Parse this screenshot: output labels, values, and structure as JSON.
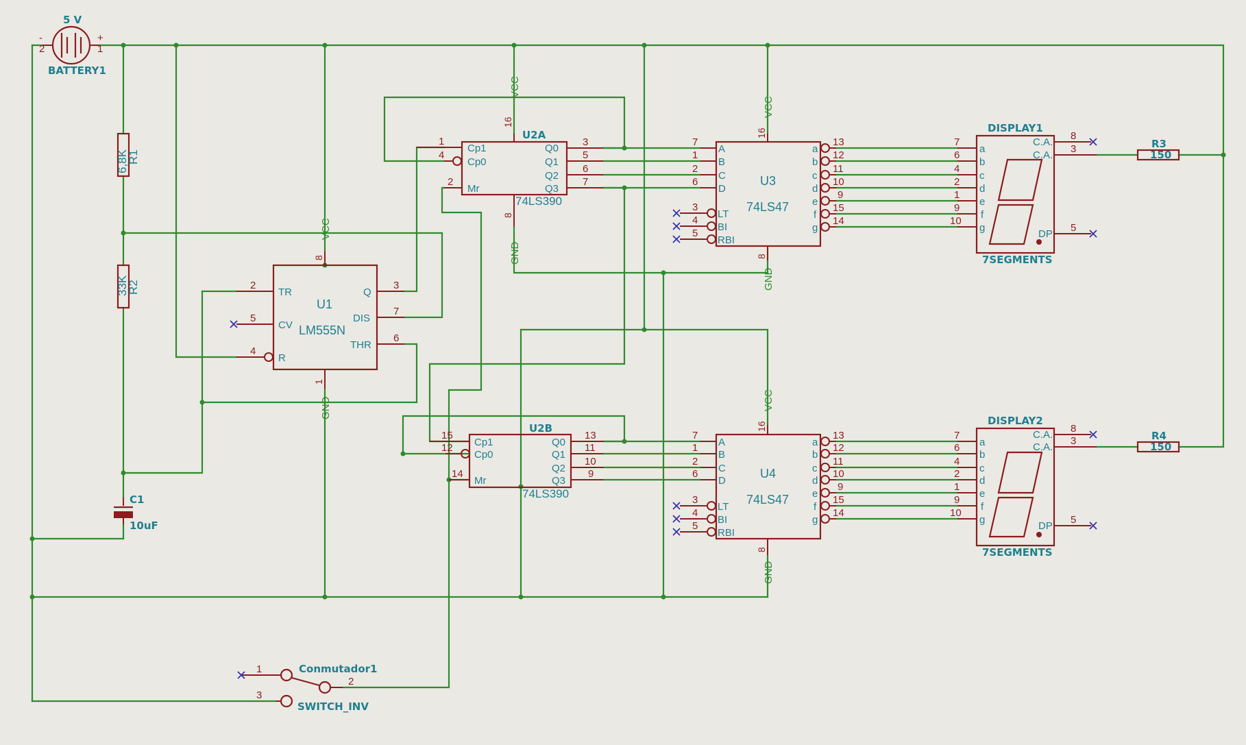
{
  "power": {
    "vcc": "VCC",
    "gnd": "GND"
  },
  "battery": {
    "ref": "BATTERY1",
    "value": "5 V",
    "pin_minus": "2",
    "pin_plus": "1",
    "sign_minus": "-",
    "sign_plus": "+"
  },
  "r1": {
    "ref": "R1",
    "value": "6,8K"
  },
  "r2": {
    "ref": "R2",
    "value": "33K"
  },
  "r3": {
    "ref": "R3",
    "value": "150"
  },
  "r4": {
    "ref": "R4",
    "value": "150"
  },
  "c1": {
    "ref": "C1",
    "value": "10uF"
  },
  "u1": {
    "ref": "U1",
    "value": "LM555N",
    "pins": {
      "tr": "TR",
      "cv": "CV",
      "r": "R",
      "q": "Q",
      "dis": "DIS",
      "thr": "THR"
    },
    "nums": {
      "tr": "2",
      "cv": "5",
      "r": "4",
      "q": "3",
      "dis": "7",
      "thr": "6",
      "vcc": "8",
      "gnd": "1"
    }
  },
  "u2a": {
    "ref": "U2A",
    "value": "74LS390",
    "pins": {
      "cp1": "Cp1",
      "cp0": "Cp0",
      "mr": "Mr",
      "q0": "Q0",
      "q1": "Q1",
      "q2": "Q2",
      "q3": "Q3"
    },
    "nums": {
      "cp1": "1",
      "cp0": "4",
      "mr": "2",
      "q0": "3",
      "q1": "5",
      "q2": "6",
      "q3": "7",
      "vcc": "16",
      "gnd": "8"
    }
  },
  "u2b": {
    "ref": "U2B",
    "value": "74LS390",
    "pins": {
      "cp1": "Cp1",
      "cp0": "Cp0",
      "mr": "Mr",
      "q0": "Q0",
      "q1": "Q1",
      "q2": "Q2",
      "q3": "Q3"
    },
    "nums": {
      "cp1": "15",
      "cp0": "12",
      "mr": "14",
      "q0": "13",
      "q1": "11",
      "q2": "10",
      "q3": "9"
    }
  },
  "u3": {
    "ref": "U3",
    "value": "74LS47",
    "pins": {
      "a": "A",
      "b": "B",
      "c": "C",
      "d": "D",
      "lt": "LT",
      "bi": "BI",
      "rbi": "RBI",
      "oa": "a",
      "ob": "b",
      "oc": "c",
      "od": "d",
      "oe": "e",
      "of": "f",
      "og": "g"
    },
    "nums": {
      "a": "7",
      "b": "1",
      "c": "2",
      "d": "6",
      "lt": "3",
      "bi": "4",
      "rbi": "5",
      "oa": "13",
      "ob": "12",
      "oc": "11",
      "od": "10",
      "oe": "9",
      "of": "15",
      "og": "14",
      "vcc": "16",
      "gnd": "8"
    }
  },
  "u4": {
    "ref": "U4",
    "value": "74LS47",
    "pins": {
      "a": "A",
      "b": "B",
      "c": "C",
      "d": "D",
      "lt": "LT",
      "bi": "BI",
      "rbi": "RBI",
      "oa": "a",
      "ob": "b",
      "oc": "c",
      "od": "d",
      "oe": "e",
      "of": "f",
      "og": "g"
    },
    "nums": {
      "a": "7",
      "b": "1",
      "c": "2",
      "d": "6",
      "lt": "3",
      "bi": "4",
      "rbi": "5",
      "oa": "13",
      "ob": "12",
      "oc": "11",
      "od": "10",
      "oe": "9",
      "of": "15",
      "og": "14",
      "vcc": "16",
      "gnd": "8"
    }
  },
  "display1": {
    "ref": "DISPLAY1",
    "value": "7SEGMENTS",
    "pins": {
      "a": "a",
      "b": "b",
      "c": "c",
      "d": "d",
      "e": "e",
      "f": "f",
      "g": "g",
      "ca": "C.A.",
      "dp": "DP"
    },
    "nums": {
      "a": "7",
      "b": "6",
      "c": "4",
      "d": "2",
      "e": "1",
      "f": "9",
      "g": "10",
      "ca1": "8",
      "ca2": "3",
      "dp": "5"
    }
  },
  "display2": {
    "ref": "DISPLAY2",
    "value": "7SEGMENTS",
    "pins": {
      "a": "a",
      "b": "b",
      "c": "c",
      "d": "d",
      "e": "e",
      "f": "f",
      "g": "g",
      "ca": "C.A.",
      "dp": "DP"
    },
    "nums": {
      "a": "7",
      "b": "6",
      "c": "4",
      "d": "2",
      "e": "1",
      "f": "9",
      "g": "10",
      "ca1": "8",
      "ca2": "3",
      "dp": "5"
    }
  },
  "switch": {
    "ref": "Conmutador1",
    "value": "SWITCH_INV",
    "nums": {
      "p1": "1",
      "p2": "2",
      "p3": "3"
    }
  },
  "colors": {
    "wire": "#2e8b2e",
    "body": "#8b1d1d",
    "label": "#1f7f8f",
    "background": "#ebe9e4"
  }
}
